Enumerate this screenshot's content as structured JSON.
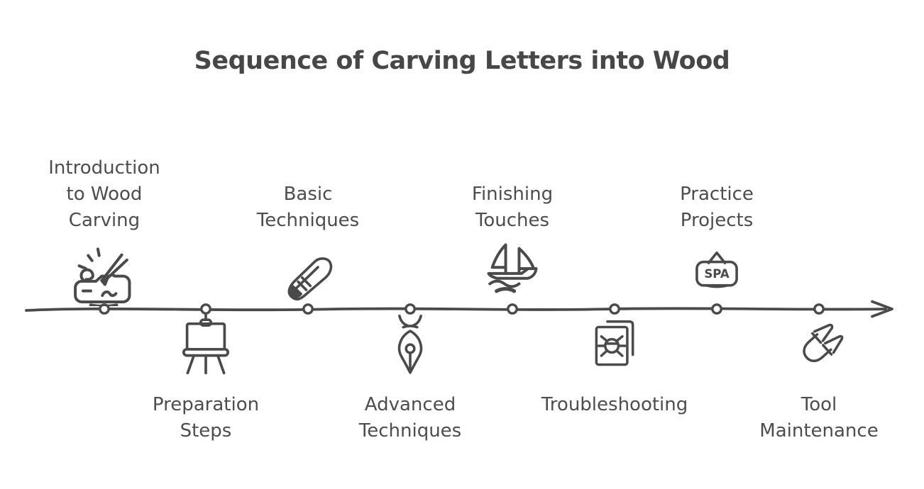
{
  "title": "Sequence of Carving Letters into Wood",
  "timeline": {
    "type": "horizontal-timeline",
    "direction": "left-to-right",
    "node_count": 8
  },
  "nodes": [
    {
      "label": "Introduction\nto Wood\nCarving",
      "side": "above",
      "icon": "wood-carving"
    },
    {
      "label": "Preparation\nSteps",
      "side": "below",
      "icon": "easel"
    },
    {
      "label": "Basic\nTechniques",
      "side": "above",
      "icon": "carving-knife"
    },
    {
      "label": "Advanced\nTechniques",
      "side": "below",
      "icon": "pen-nib"
    },
    {
      "label": "Finishing\nTouches",
      "side": "above",
      "icon": "sailboat"
    },
    {
      "label": "Troubleshooting",
      "side": "below",
      "icon": "bug-report"
    },
    {
      "label": "Practice\nProjects",
      "side": "above",
      "icon": "spa-sign",
      "icon_text": "SPA"
    },
    {
      "label": "Tool\nMaintenance",
      "side": "below",
      "icon": "pliers"
    }
  ],
  "colors": {
    "ink": "#4a4a4a",
    "background": "#ffffff"
  }
}
